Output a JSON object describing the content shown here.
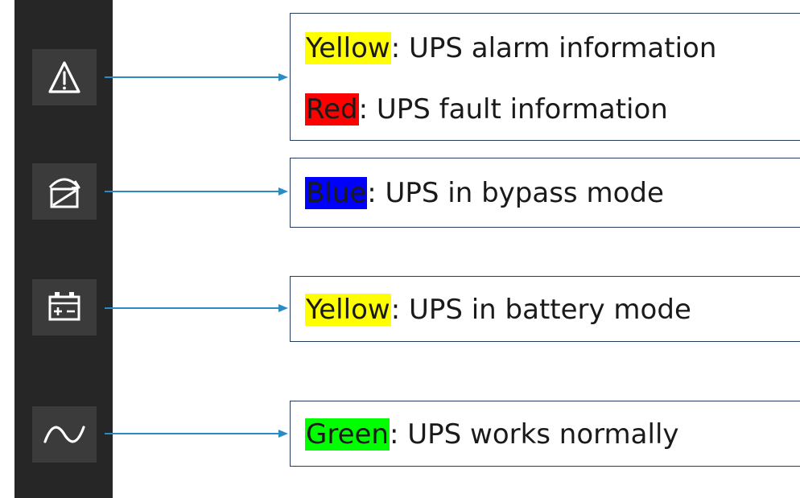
{
  "sidebar": {
    "icons": [
      {
        "icon": "warning-triangle-icon"
      },
      {
        "icon": "bypass-icon"
      },
      {
        "icon": "battery-icon"
      },
      {
        "icon": "ac-sine-wave-icon"
      }
    ]
  },
  "callouts": [
    {
      "lines": [
        {
          "color_word": "Yellow",
          "color_hex": "#ffff00",
          "text": ": UPS alarm information"
        },
        {
          "color_word": "Red",
          "color_hex": "#ff0000",
          "text": ": UPS fault information"
        }
      ]
    },
    {
      "lines": [
        {
          "color_word": "Blue",
          "color_hex": "#0000ff",
          "text": ": UPS in bypass mode"
        }
      ]
    },
    {
      "lines": [
        {
          "color_word": "Yellow",
          "color_hex": "#ffff00",
          "text": ": UPS in battery mode"
        }
      ]
    },
    {
      "lines": [
        {
          "color_word": "Green",
          "color_hex": "#00ff00",
          "text": ": UPS works normally"
        }
      ]
    }
  ],
  "colors": {
    "sidebar_bg": "#262626",
    "tile_bg": "#3b3b3b",
    "connector": "#2b8cc4",
    "box_border": "#243b5c"
  }
}
